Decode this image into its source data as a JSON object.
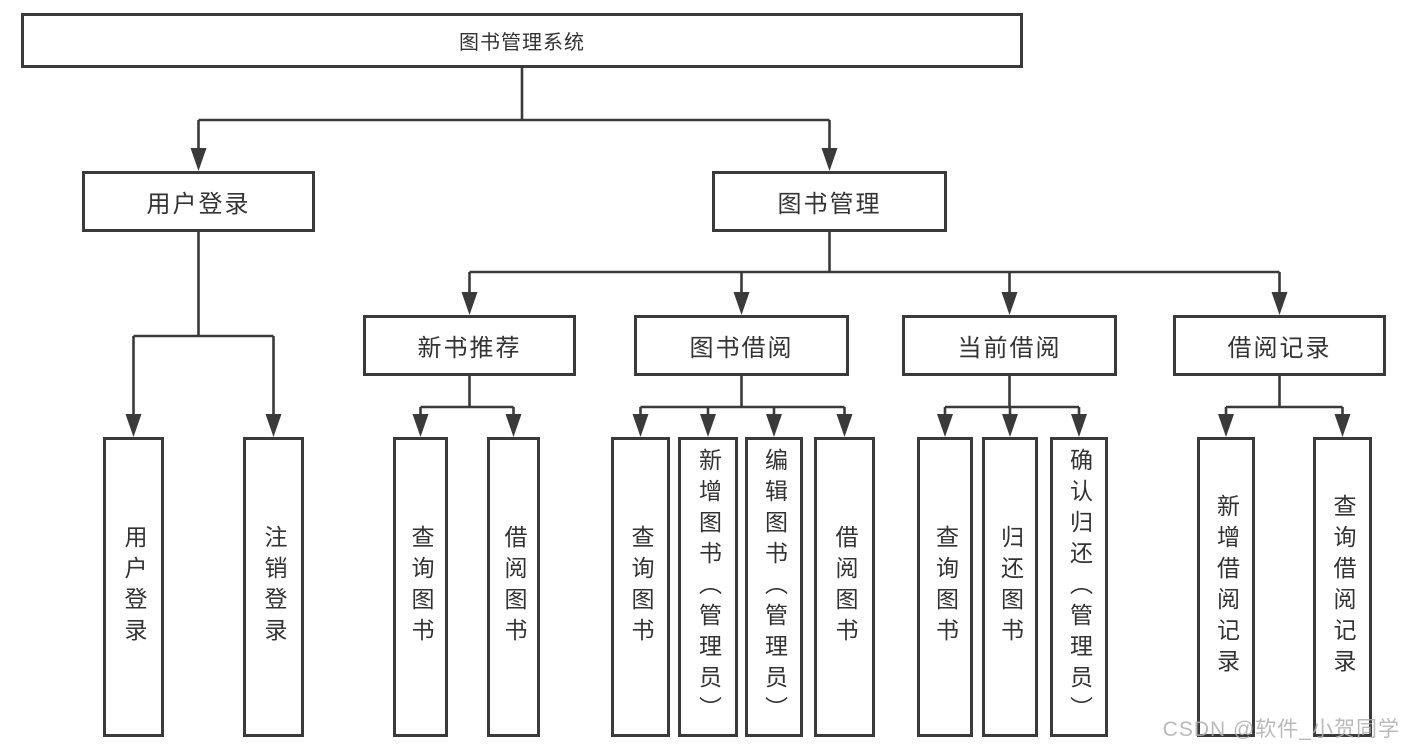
{
  "title_box": "图书管理系统",
  "level1": {
    "user_login": "用户登录",
    "book_mgmt": "图书管理"
  },
  "level2": {
    "new_books": "新书推荐",
    "borrowing": "图书借阅",
    "current": "当前借阅",
    "records": "借阅记录"
  },
  "leaves": {
    "login": "用户登录",
    "logout": "注销登录",
    "nb_query": "查询图书",
    "nb_borrow": "借阅图书",
    "bw_query": "查询图书",
    "bw_add": "新增图书（管理员）",
    "bw_edit": "编辑图书（管理员）",
    "bw_borrow": "借阅图书",
    "cur_query": "查询图书",
    "cur_return": "归还图书",
    "cur_confirm": "确认归还（管理员）",
    "rec_add": "新增借阅记录",
    "rec_query": "查询借阅记录"
  },
  "watermark": "CSDN @软件_小贺同学",
  "colors": {
    "line": "#3a3a3a",
    "text": "#333333",
    "background": "#ffffff",
    "watermark": "#aeaeae"
  }
}
